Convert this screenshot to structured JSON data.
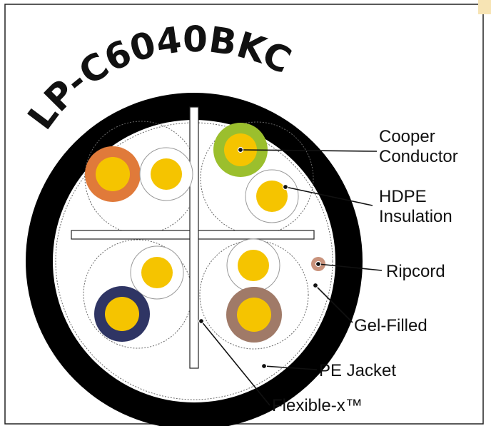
{
  "title": "LP-C6040BKC",
  "title_curve_text": "LP-C6040BKC",
  "labels": {
    "conductor_line1": "Cooper",
    "conductor_line2": "Conductor",
    "insulation_line1": "HDPE",
    "insulation_line2": "Insulation",
    "ripcord": "Ripcord",
    "gel": "Gel-Filled",
    "jacket": "PE Jacket",
    "separator": "Flexible-x™"
  },
  "colors": {
    "jacket": "#000000",
    "copper_core": "#f5c400",
    "pair_green": "#9bbf2d",
    "pair_orange": "#e07a3a",
    "pair_blue": "#2f3564",
    "pair_brown": "#a07a68",
    "white_insulation": "#ffffff",
    "ripcord": "#c9937c",
    "accent_corner": "#f7e4b4"
  }
}
